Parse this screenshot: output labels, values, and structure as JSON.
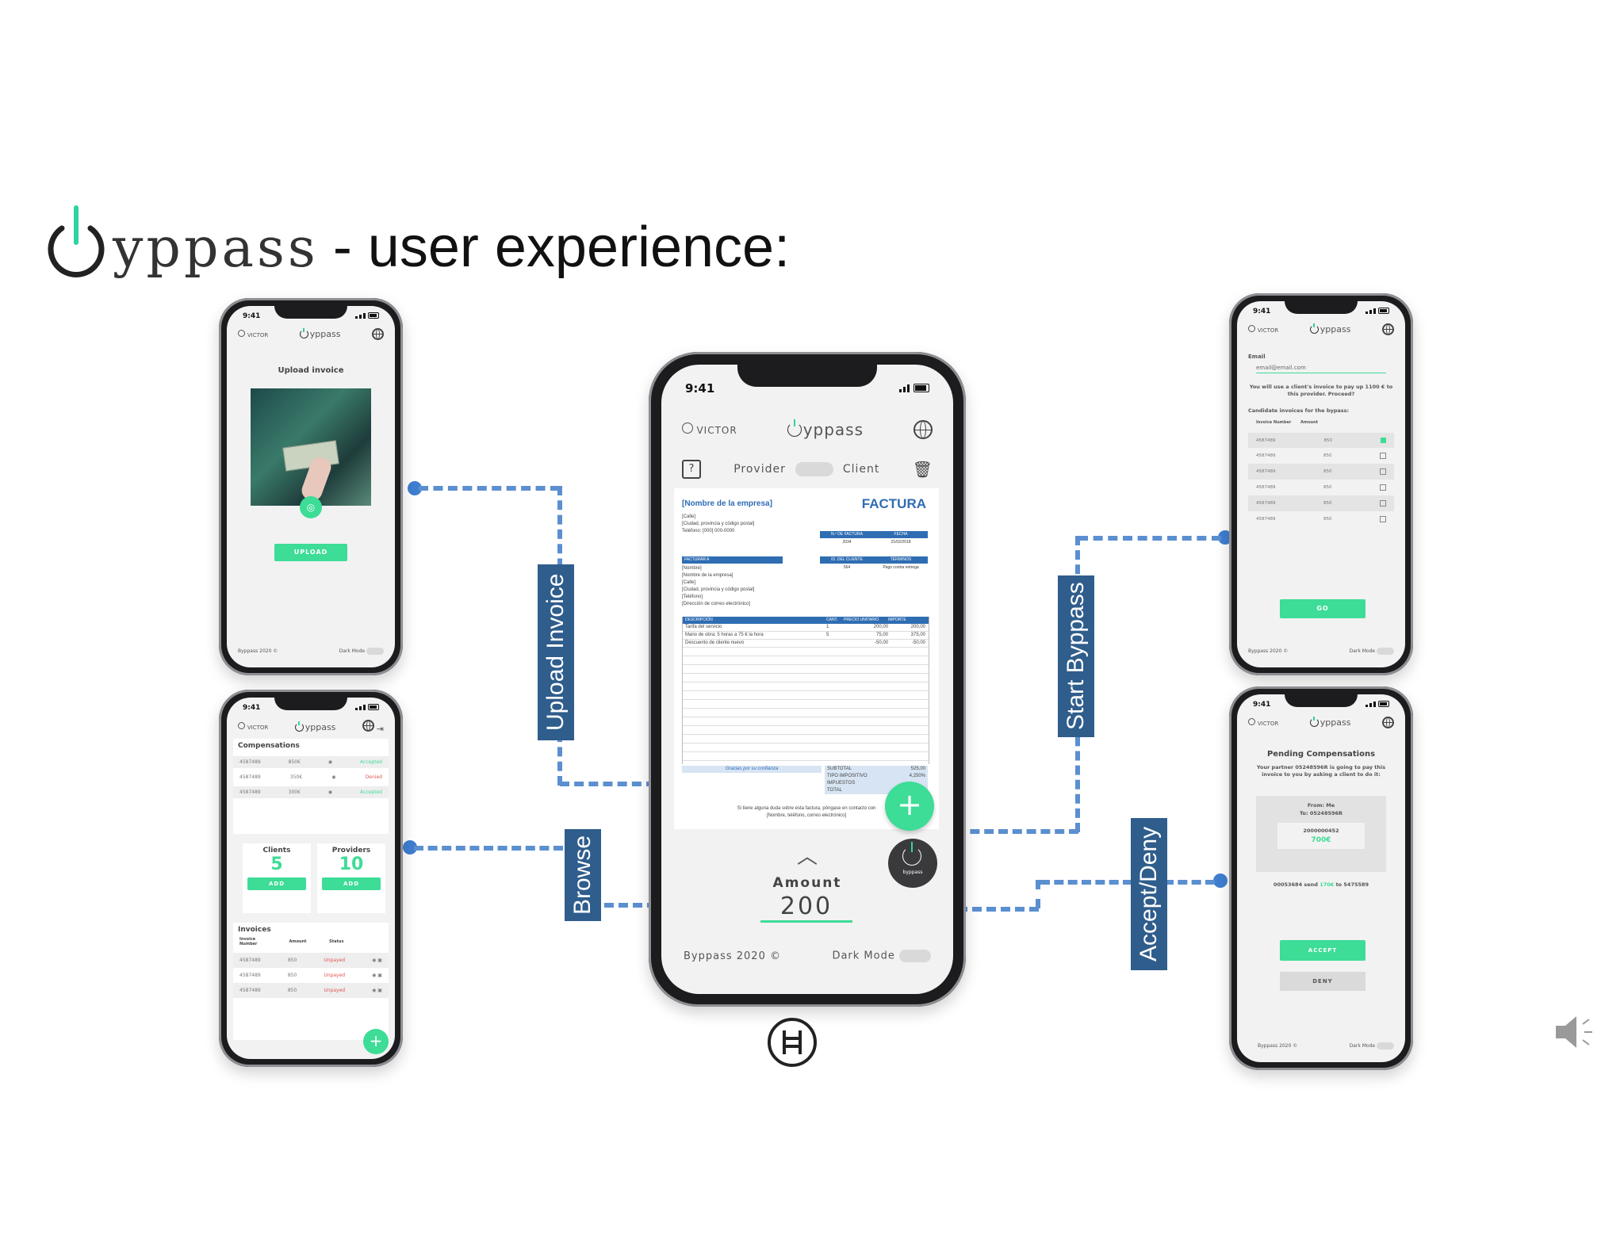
{
  "slide": {
    "brand": "yppass",
    "title_suffix": "- user experience:"
  },
  "labels": {
    "upload_invoice": "Upload Invoice",
    "browse": "Browse",
    "start_bypass": "Start Byppass",
    "accept_deny": "Accept/Deny"
  },
  "common": {
    "time": "9:41",
    "user": "VICTOR",
    "app_name": "yppass",
    "footer_left": "Byppass 2020 ©",
    "footer_right": "Dark Mode"
  },
  "upload_screen": {
    "heading": "Upload invoice",
    "upload_button": "UPLOAD"
  },
  "dashboard_screen": {
    "compensations_heading": "Compensations",
    "compensations": [
      {
        "id": "4587489",
        "amount": "850€",
        "status": "Accepted"
      },
      {
        "id": "4587489",
        "amount": "350€",
        "status": "Denied"
      },
      {
        "id": "4587489",
        "amount": "300€",
        "status": "Accepted"
      }
    ],
    "clients_label": "Clients",
    "clients_count": "5",
    "providers_label": "Providers",
    "providers_count": "10",
    "add_label": "ADD",
    "invoices_heading": "Invoices",
    "col_invoice": "Invoice Number",
    "col_amount": "Amount",
    "col_status": "Status",
    "invoices": [
      {
        "id": "4587489",
        "amount": "850",
        "status": "Unpayed"
      },
      {
        "id": "4587489",
        "amount": "850",
        "status": "Unpayed"
      },
      {
        "id": "4587489",
        "amount": "850",
        "status": "Unpayed"
      }
    ]
  },
  "main_screen": {
    "provider_label": "Provider",
    "client_label": "Client",
    "amount_label": "Amount",
    "amount_value": "200",
    "fab_plus": "+",
    "bypass_small": "byppass",
    "invoice": {
      "company": "[Nombre de la empresa]",
      "doc_title": "FACTURA",
      "address_lines": [
        "[Calle]",
        "[Ciudad, provincia y código postal]",
        "Teléfono: [000] 000-0000"
      ],
      "hdr_invoice_no": "N.º DE FACTURA",
      "hdr_date": "FECHA",
      "invoice_no": "2034",
      "date": "21/02/2018",
      "bill_to": "FACTURAR A",
      "bill_lines": [
        "[Nombre]",
        "[Nombre de la empresa]",
        "[Calle]",
        "[Ciudad, provincia y código postal]",
        "[Teléfono]",
        "[Dirección de correo electrónico]"
      ],
      "hdr_client_id": "ID. DEL CLIENTE",
      "hdr_terms": "TÉRMINOS",
      "client_id": "564",
      "terms": "Pago contra entrega",
      "cols": [
        "DESCRIPCIÓN",
        "CANT.",
        "PRECIO UNITARIO",
        "IMPORTE"
      ],
      "items": [
        [
          "Tarifa del servicio",
          "1",
          "200,00",
          "200,00"
        ],
        [
          "Mano de obra: 5 horas a 75 € la hora",
          "5",
          "75,00",
          "375,00"
        ],
        [
          "Descuento de cliente nuevo",
          "",
          "-50,00",
          "-50,00"
        ]
      ],
      "thanks": "Gracias por su confianza",
      "totals_labels": [
        "SUBTOTAL",
        "TIPO IMPOSITIVO",
        "IMPUESTOS",
        "TOTAL"
      ],
      "subtotal": "525,00",
      "tax_rate": "4,250%",
      "footer_note": "Si tiene alguna duda sobre esta factura, póngase en contacto con",
      "footer_note2": "[Nombre, teléfono, correo electrónico]"
    }
  },
  "bypass_screen": {
    "email_label": "Email",
    "email_value": "email@email.com",
    "message": "You will use a client's invoice to pay up 1100 € to this provider. Proceed?",
    "candidates_label": "Candidate invoices for the bypass:",
    "col_invoice": "Invoice Number",
    "col_amount": "Amount",
    "rows": [
      {
        "id": "4587489",
        "amount": "850",
        "checked": true
      },
      {
        "id": "4587489",
        "amount": "850",
        "checked": false
      },
      {
        "id": "4587489",
        "amount": "850",
        "checked": false
      },
      {
        "id": "4587489",
        "amount": "850",
        "checked": false
      },
      {
        "id": "4587489",
        "amount": "850",
        "checked": false
      },
      {
        "id": "4587489",
        "amount": "850",
        "checked": false
      }
    ],
    "go_button": "GO"
  },
  "pending_screen": {
    "heading": "Pending Compensations",
    "message": "Your partner 05248596R is going to pay this invoice to you by asking a client to do it:",
    "from": "From: Me",
    "to": "To: 05248596R",
    "invoice_id": "2000000452",
    "amount": "700€",
    "send_pre": "00053684 send",
    "send_amount": "170€",
    "send_post": "to 5475589",
    "accept_button": "ACCEPT",
    "deny_button": "DENY"
  },
  "colors": {
    "accent_green": "#3ddc97",
    "label_blue": "#2f5d8c",
    "connector_blue": "#5b8fd0",
    "invoice_blue": "#2f6db3"
  }
}
